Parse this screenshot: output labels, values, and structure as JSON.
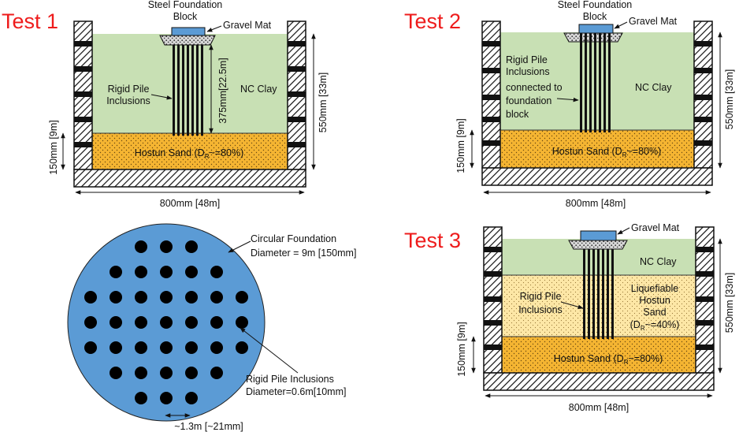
{
  "colors": {
    "clay": "#c8e0b4",
    "dense_sand": "#f5b532",
    "loose_sand": "#fde7a6",
    "foundation_blue": "#5b9bd5",
    "test_title": "#ee1c1c"
  },
  "test1": {
    "title": "Test 1",
    "steel_foundation_line1": "Steel Foundation",
    "steel_foundation_line2": "Block",
    "gravel_mat": "Gravel Mat",
    "rigid_pile_line1": "Rigid Pile",
    "rigid_pile_line2": "Inclusions",
    "nc_clay": "NC Clay",
    "pile_length": "375mm[22.5m]",
    "hostun_sand_pre": "Hostun Sand (D",
    "hostun_sand_sub": "R",
    "hostun_sand_post": "~=80%)",
    "height_sand": "150mm [9m]",
    "height_total": "550mm [33m]",
    "width": "800mm [48m]"
  },
  "test2": {
    "title": "Test 2",
    "steel_foundation_line1": "Steel Foundation",
    "steel_foundation_line2": "Block",
    "gravel_mat": "Gravel Mat",
    "rigid_pile_lines": [
      "Rigid Pile",
      "Inclusions",
      "connected to",
      "foundation",
      "block"
    ],
    "nc_clay": "NC Clay",
    "hostun_sand_pre": "Hostun Sand (D",
    "hostun_sand_sub": "R",
    "hostun_sand_post": "~=80%)",
    "height_sand": "150mm [9m]",
    "height_total": "550mm [33m]",
    "width": "800mm [48m]"
  },
  "test3": {
    "title": "Test 3",
    "gravel_mat": "Gravel Mat",
    "nc_clay": "NC Clay",
    "rigid_pile_line1": "Rigid Pile",
    "rigid_pile_line2": "Inclusions",
    "liquefiable_lines": [
      "Liquefiable",
      "Hostun",
      "Sand"
    ],
    "liquefiable_dr_pre": "(D",
    "liquefiable_dr_sub": "R",
    "liquefiable_dr_post": "~=40%)",
    "hostun_sand_pre": "Hostun Sand (D",
    "hostun_sand_sub": "R",
    "hostun_sand_post": "~=80%)",
    "height_sand": "150mm [9m]",
    "height_total": "550mm [33m]",
    "width": "800mm [48m]"
  },
  "plan": {
    "circular_line1": "Circular Foundation",
    "circular_line2": "Diameter = 9m [150mm]",
    "pile_line1": "Rigid Pile Inclusions",
    "pile_line2": "Diameter=0.6m[10mm]",
    "spacing": "~1.3m [~21mm]"
  }
}
